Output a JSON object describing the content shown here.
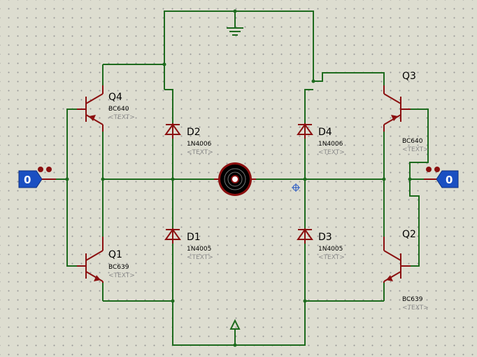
{
  "terminals": {
    "left": {
      "value": "0",
      "color": "#1a4fc2"
    },
    "right": {
      "value": "0",
      "color": "#1a4fc2"
    }
  },
  "transistors": {
    "q1": {
      "ref": "Q1",
      "part": "BC639",
      "text": "<TEXT>"
    },
    "q2": {
      "ref": "Q2",
      "part": "BC639",
      "text": "<TEXT>"
    },
    "q3": {
      "ref": "Q3",
      "part": "BC640",
      "text": "<TEXT>"
    },
    "q4": {
      "ref": "Q4",
      "part": "BC640",
      "text": "<TEXT>"
    }
  },
  "diodes": {
    "d1": {
      "ref": "D1",
      "part": "1N4005",
      "text": "<TEXT>"
    },
    "d2": {
      "ref": "D2",
      "part": "1N4006",
      "text": "<TEXT>"
    },
    "d3": {
      "ref": "D3",
      "part": "1N4005",
      "text": "<TEXT>"
    },
    "d4": {
      "ref": "D4",
      "part": "1N4006",
      "text": "<TEXT>"
    }
  },
  "colors": {
    "wire": "#1e6b1e",
    "component": "#8b1010",
    "background": "#ddddd0",
    "terminal": "#1a4fc2"
  },
  "icons": {
    "ground": "ground-icon",
    "power": "power-icon",
    "motor": "motor-icon",
    "cursor": "crosshair-cursor-icon"
  }
}
